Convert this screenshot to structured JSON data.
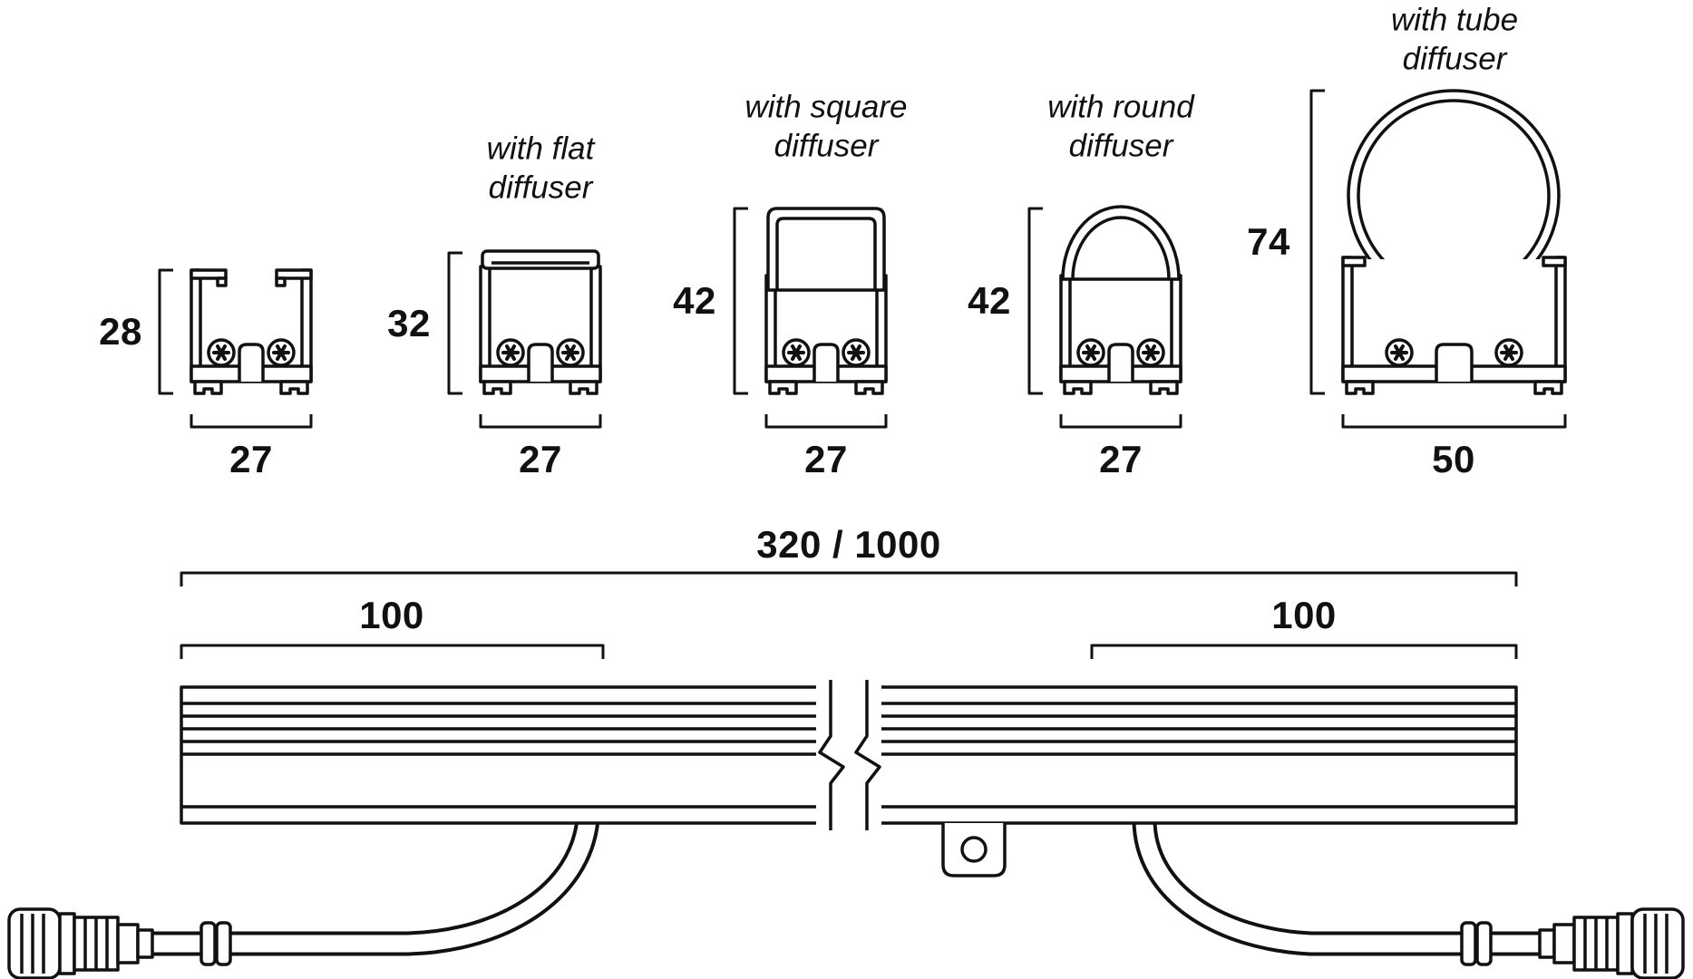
{
  "meta": {
    "background": "#ffffff",
    "line_color": "#111111"
  },
  "profiles": [
    {
      "id": "bare",
      "caption": "",
      "height": "28",
      "width": "27"
    },
    {
      "id": "flat",
      "caption": "with flat\ndiffuser",
      "height": "32",
      "width": "27"
    },
    {
      "id": "square",
      "caption": "with square\ndiffuser",
      "height": "42",
      "width": "27"
    },
    {
      "id": "round",
      "caption": "with round\ndiffuser",
      "height": "42",
      "width": "27"
    },
    {
      "id": "tube",
      "caption": "with tube\ndiffuser",
      "height": "74",
      "width": "50"
    }
  ],
  "side_view": {
    "overall_length": "320 / 1000",
    "left_segment": "100",
    "right_segment": "100"
  }
}
